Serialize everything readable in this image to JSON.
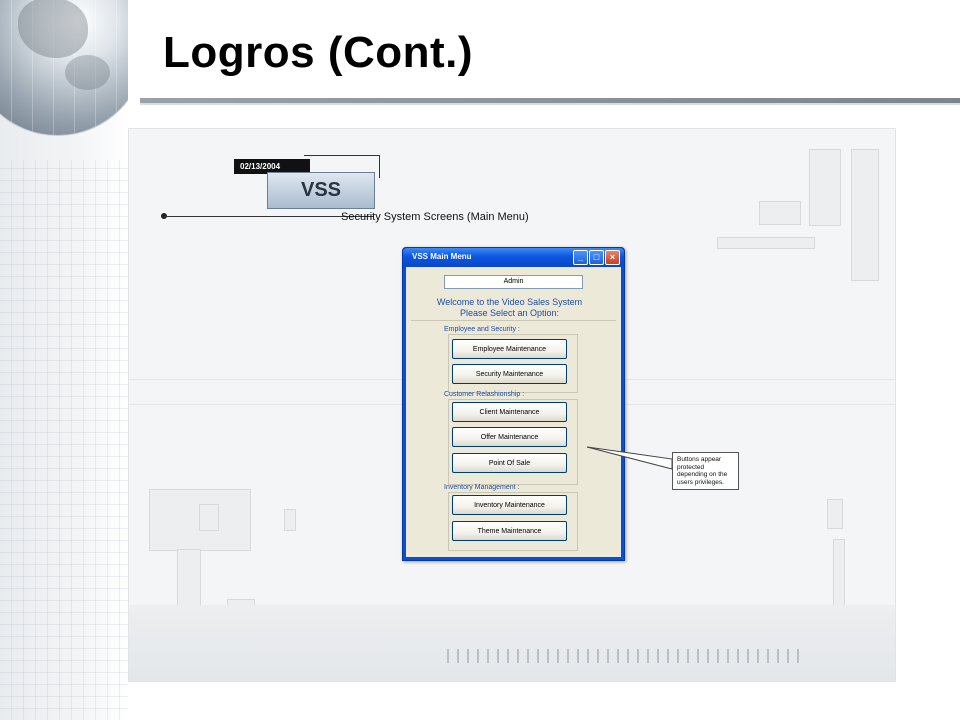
{
  "slide": {
    "title": "Logros (Cont.)"
  },
  "header": {
    "date": "02/13/2004",
    "logo": "VSS",
    "screen_caption": "Security System Screens (Main Menu)"
  },
  "window": {
    "title": "VSS Main Menu",
    "minimize_label": "_",
    "maximize_label": "□",
    "close_label": "×",
    "user_field_value": "Admin",
    "welcome_line1": "Welcome to the Video Sales System",
    "welcome_line2": "Please Select an Option:",
    "sections": [
      {
        "label": "Employee and Security :",
        "buttons": [
          "Employee Maintenance",
          "Security Maintenance"
        ]
      },
      {
        "label": "Customer Relashionship :",
        "buttons": [
          "Client Maintenance",
          "Offer Maintenance",
          "Point Of Sale"
        ]
      },
      {
        "label": "Inventory Management :",
        "buttons": [
          "Inventory Maintenance",
          "Theme Maintenance"
        ]
      }
    ]
  },
  "callout": {
    "text": "Buttons appear protected depending on the users privileges."
  },
  "colors": {
    "window_frame": "#0a4ed6",
    "client_bg": "#ece9d8",
    "label_blue": "#1c4ea8",
    "close_red": "#c6421f"
  }
}
